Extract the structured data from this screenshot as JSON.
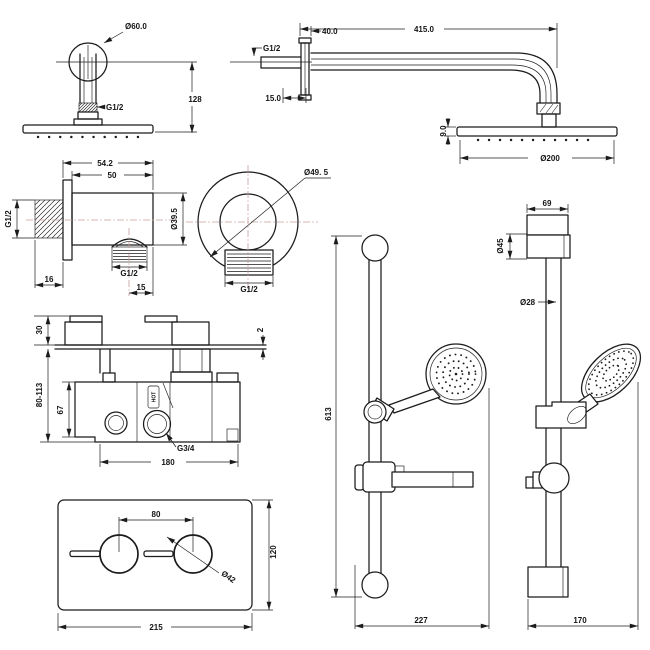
{
  "drawing": {
    "colors": {
      "line": "#1b1b1b",
      "centerline": "#c69c9c",
      "background": "#ffffff"
    },
    "views": {
      "ceiling_head": {
        "label_dia": "Ø60.0",
        "label_thread": "G1/2",
        "label_height": "128"
      },
      "wall_arm": {
        "label_length": "415.0",
        "label_flange": "40.0",
        "label_thread": "G1/2",
        "label_offset": "15.0",
        "label_head_thickness": "9.0",
        "label_head_dia": "Ø200"
      },
      "outlet_side": {
        "label_total_width": "54.2",
        "label_body_width": "50",
        "label_inlet_thread": "G1/2",
        "label_body_dia": "Ø39.5",
        "label_outlet_thread": "G1/2",
        "label_thread_length": "16",
        "label_outlet_offset": "15"
      },
      "outlet_front": {
        "label_dia": "Ø49. 5",
        "label_thread": "G1/2"
      },
      "valve": {
        "label_handle_height": "30",
        "label_plate_thickness": "2",
        "label_depth_range": "80-113",
        "label_body_height": "67",
        "label_port_thread": "G3/4",
        "label_width": "180",
        "label_hot": "HOT"
      },
      "trim_plate": {
        "label_centers": "80",
        "label_knob_dia": "Ø42",
        "label_height": "120",
        "label_width": "215"
      },
      "rail_front": {
        "label_height": "613",
        "label_width": "227"
      },
      "rail_side": {
        "label_bracket_width": "69",
        "label_bracket_dia": "Ø45",
        "label_tube_dia": "Ø28",
        "label_width": "170"
      }
    }
  }
}
